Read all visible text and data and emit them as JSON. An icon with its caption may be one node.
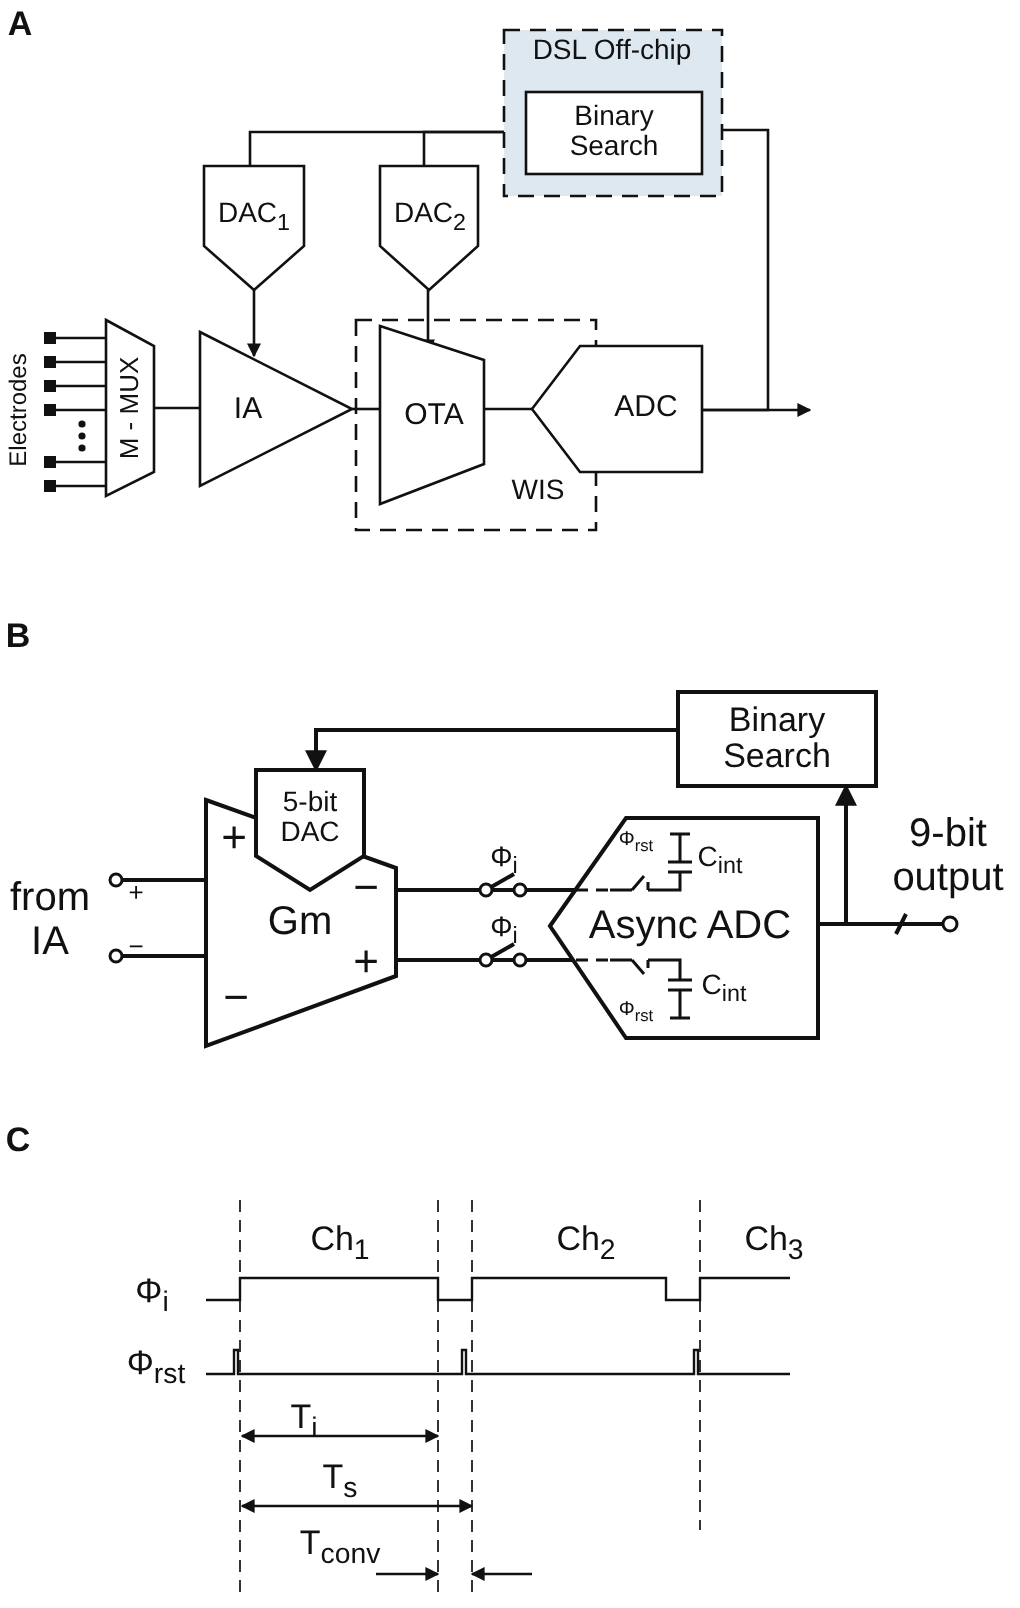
{
  "diagram": {
    "nodes": [
      {
        "text": [
          "DSL Off-chip"
        ]
      },
      {
        "text": [
          "Binary Search"
        ],
        "in": 0
      },
      {
        "text": [
          "DAC$_{1}$"
        ]
      },
      {
        "text": [
          "DAC$_{2}$"
        ]
      },
      {
        "text": [
          "M - MUX"
        ]
      },
      {
        "text": [
          "IA"
        ]
      },
      {
        "text": [
          "WIS"
        ]
      },
      {
        "text": [
          "OTA"
        ],
        "in": 6
      },
      {
        "text": [
          "ADC"
        ]
      },
      {
        "text": [
          "Binary Search"
        ]
      },
      {
        "text": [
          "5-bit DAC"
        ]
      },
      {
        "text": [
          "from IA"
        ]
      },
      {
        "text": [
          "Gm"
        ]
      },
      {
        "text": [
          "Async ADC"
        ]
      },
      {
        "text": [
          "9-bit output"
        ]
      }
    ],
    "edges": [
      {
        "from": 1,
        "to": 2,
        "arrow": "none"
      },
      {
        "from": 1,
        "to": 3,
        "arrow": "none"
      },
      {
        "from": 2,
        "to": 5,
        "arrow": "to"
      },
      {
        "from": 3,
        "to": 7,
        "arrow": "to"
      },
      {
        "from": 4,
        "to": 5,
        "arrow": "none"
      },
      {
        "from": 5,
        "to": 7,
        "arrow": "none"
      },
      {
        "from": 7,
        "to": 8,
        "arrow": "none"
      },
      {
        "from": 8,
        "to": null,
        "arrow": "to"
      },
      {
        "from": 8,
        "to": 1,
        "arrow": "none"
      },
      {
        "from": 9,
        "to": 10,
        "arrow": "to"
      },
      {
        "from": 11,
        "to": 12,
        "arrow": "none"
      },
      {
        "from": 11,
        "to": 12,
        "arrow": "none"
      },
      {
        "from": 12,
        "to": 13,
        "arrow": "none"
      },
      {
        "from": 12,
        "to": 13,
        "arrow": "none"
      },
      {
        "from": 13,
        "to": 14,
        "arrow": "none"
      },
      {
        "from": 13,
        "to": 9,
        "arrow": "to"
      }
    ],
    "labels": [
      "A",
      "Electrodes",
      "B",
      "Φ$_{rst}$",
      "C$_{int}$",
      "+",
      "Φ$_{i}$",
      "+",
      "−",
      "−",
      "Φ$_{i}$",
      "+",
      "C$_{int}$",
      "Φ$_{rst}$",
      "−",
      "C",
      "Ch$_{1}$",
      "Ch$_{2}$",
      "Ch$_{3}$",
      "Φ$_{i}$",
      "Φ$_{rst}$",
      "T$_{i}$",
      "T$_{s}$",
      "T$_{conv}$"
    ]
  }
}
